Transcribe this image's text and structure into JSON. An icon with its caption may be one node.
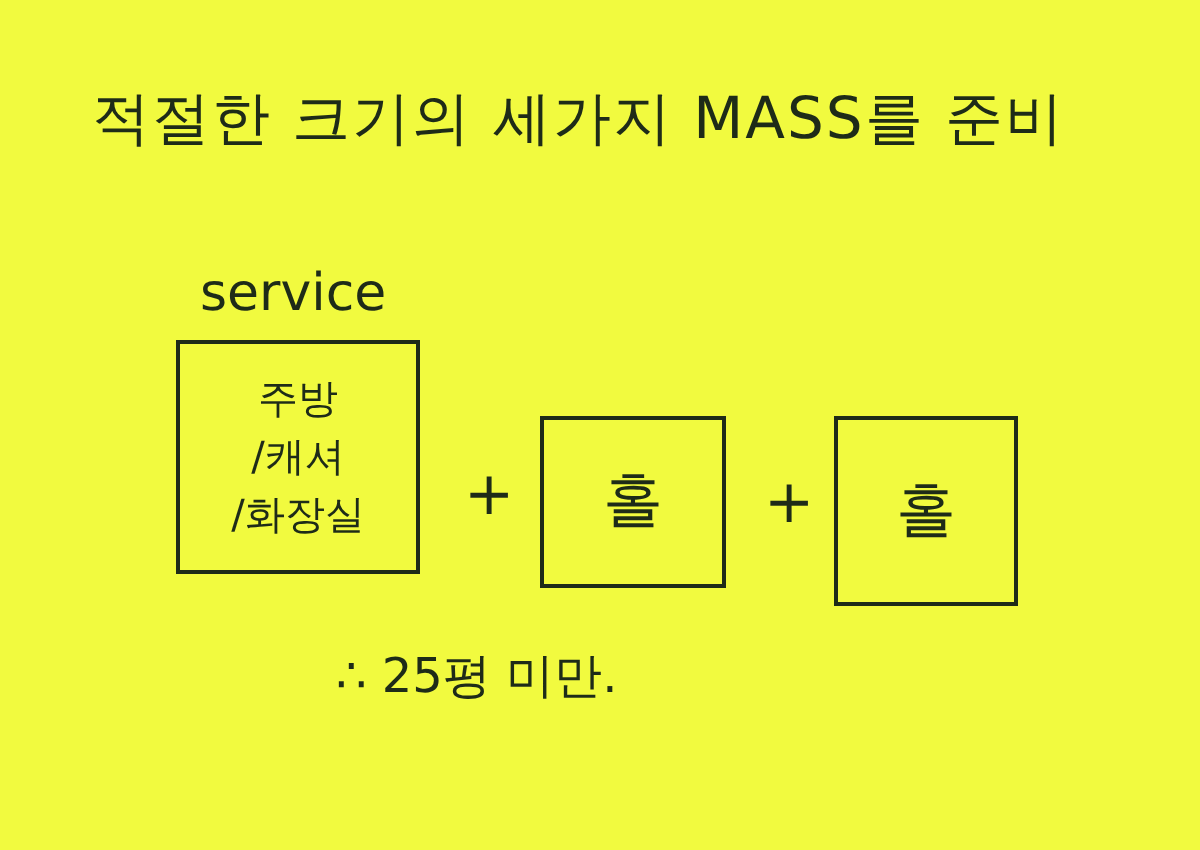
{
  "diagram": {
    "title": "적절한 크기의 세가지 MASS를 준비",
    "nodes": [
      {
        "text": [
          "service",
          "주방 /캐셔 /화장실"
        ]
      },
      {
        "text": [
          "홀"
        ]
      },
      {
        "text": [
          "홀"
        ]
      }
    ],
    "labels": [
      "+",
      "+",
      "∴ 25평 미만."
    ]
  }
}
